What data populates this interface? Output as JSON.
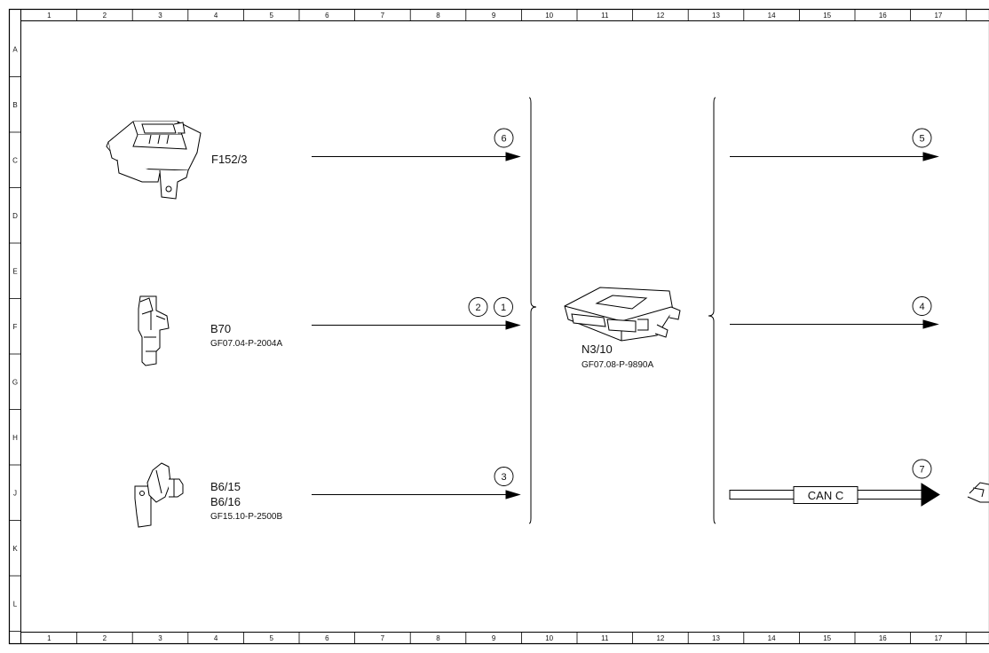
{
  "grid": {
    "columns": [
      "1",
      "2",
      "3",
      "4",
      "5",
      "6",
      "7",
      "8",
      "9",
      "10",
      "11",
      "12",
      "13",
      "14",
      "15",
      "16",
      "17"
    ],
    "rows": [
      "A",
      "B",
      "C",
      "D",
      "E",
      "F",
      "G",
      "H",
      "J",
      "K",
      "L"
    ]
  },
  "components": {
    "f152_3": {
      "label": "F152/3"
    },
    "b70": {
      "label": "B70",
      "ref": "GF07.04-P-2004A"
    },
    "b6": {
      "label_1": "B6/15",
      "label_2": "B6/16",
      "ref": "GF15.10-P-2500B"
    },
    "n3_10": {
      "label": "N3/10",
      "ref": "GF07.08-P-9890A"
    }
  },
  "signals": {
    "s1": "1",
    "s2": "2",
    "s3": "3",
    "s4": "4",
    "s5": "5",
    "s6": "6",
    "s7": "7"
  },
  "bus": {
    "label": "CAN C"
  }
}
